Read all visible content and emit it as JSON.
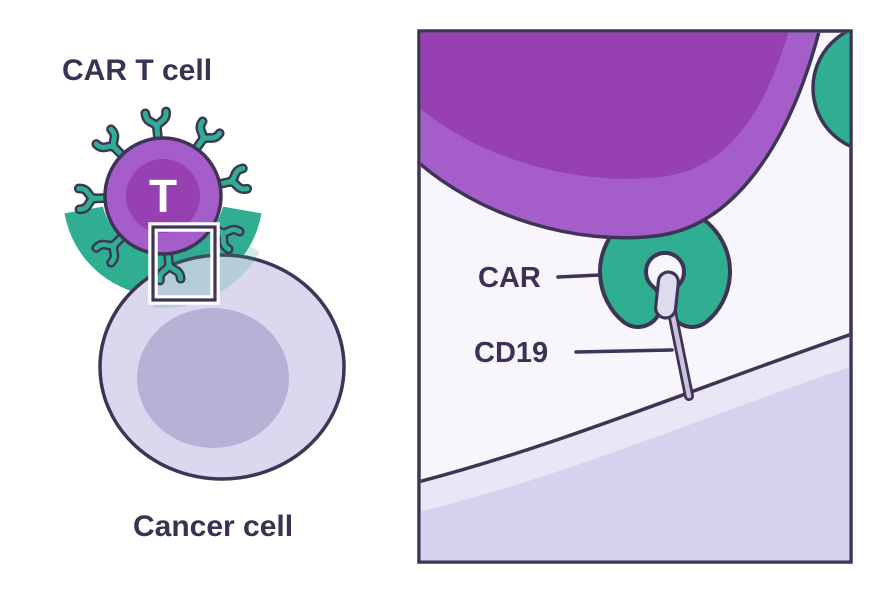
{
  "scene": {
    "overview": {
      "t_cell_label": "CAR T cell",
      "t_marker": "T",
      "cancer_label": "Cancer cell"
    },
    "zoom": {
      "car_label": "CAR",
      "cd19_label": "CD19"
    }
  },
  "palette": {
    "outline": "#3e3456",
    "text": "#3a3153",
    "white": "#ffffff",
    "purple_outer": "#a55ec9",
    "purple_inner": "#9640b2",
    "teal": "#2fae92",
    "lavender_outer": "#dcd7ee",
    "lavender_inner": "#b7b1d6",
    "surface_light": "#eae6f5",
    "surface_main": "#d6d1ec",
    "panel_bg": "#f8f6fc",
    "pill": "#dfdbee",
    "stick": "#c9c3e0"
  }
}
